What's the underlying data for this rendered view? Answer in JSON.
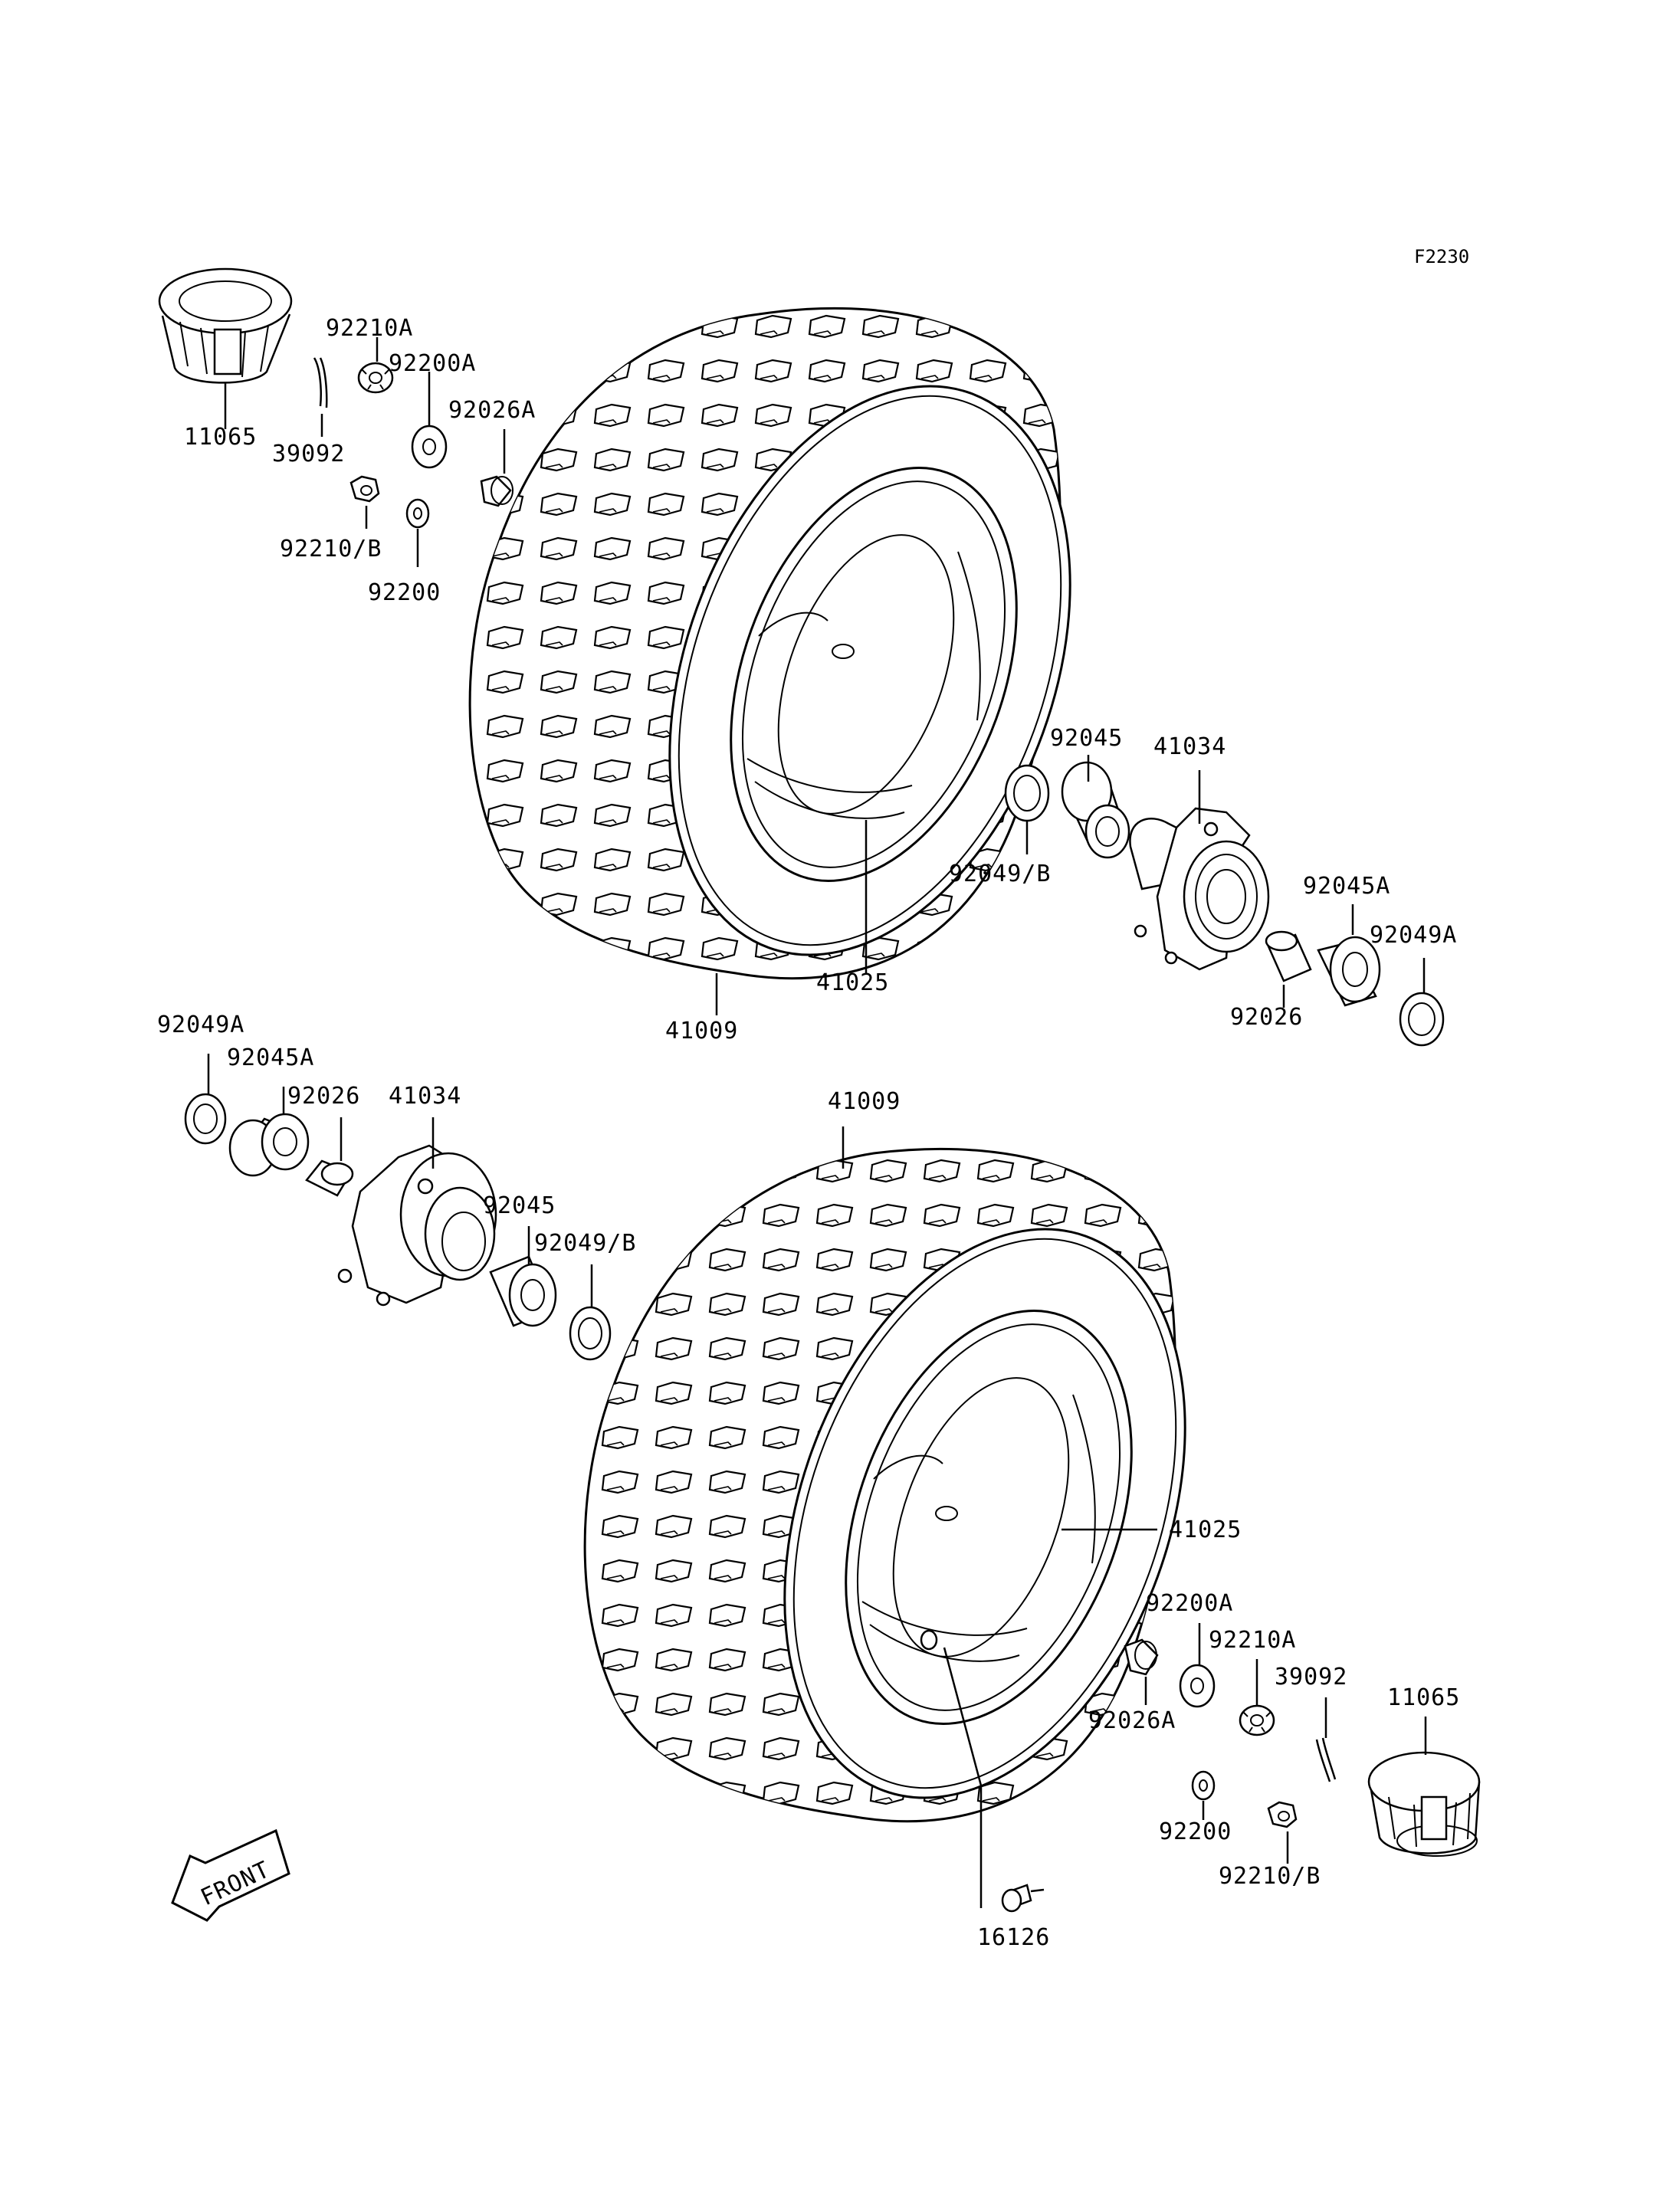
{
  "figure_code": "F2230",
  "front_label": "FRONT",
  "labels": {
    "l11065_top": "11065",
    "l39092_top": "39092",
    "l92210a_top": "92210A",
    "l92200a_top": "92200A",
    "l92026a_top": "92026A",
    "l92210b_top": "92210/B",
    "l92200_top": "92200",
    "l92045_top": "92045",
    "l41034_top": "41034",
    "l92049b_top": "92049/B",
    "l92045a_top": "92045A",
    "l92049a_top": "92049A",
    "l92026_top": "92026",
    "l41025_top": "41025",
    "l41009_top": "41009",
    "l92049a_bot": "92049A",
    "l92045a_bot": "92045A",
    "l92026_bot": "92026",
    "l41034_bot": "41034",
    "l92045_bot": "92045",
    "l92049b_bot": "92049/B",
    "l41009_bot": "41009",
    "l41025_bot": "41025",
    "l92200a_bot": "92200A",
    "l92210a_bot": "92210A",
    "l39092_bot": "39092",
    "l11065_bot": "11065",
    "l92026a_bot": "92026A",
    "l92200_bot": "92200",
    "l92210b_bot": "92210/B",
    "l16126_bot": "16126"
  }
}
